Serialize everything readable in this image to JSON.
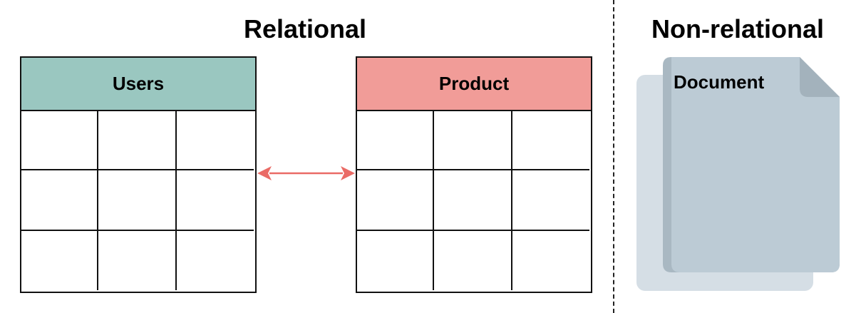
{
  "headings": {
    "relational": "Relational",
    "non_relational": "Non-relational"
  },
  "tables": {
    "users": {
      "title": "Users",
      "rows": 3,
      "cols": 3,
      "header_color": "#9ac7c0"
    },
    "product": {
      "title": "Product",
      "rows": 3,
      "cols": 3,
      "header_color": "#f19c98"
    }
  },
  "relationship": {
    "type": "bidirectional-arrow",
    "color": "#ea6b66"
  },
  "document": {
    "label": "Document",
    "color": "#bccbd5",
    "back_color": "#d5dee5"
  },
  "divider": {
    "style": "dashed"
  }
}
